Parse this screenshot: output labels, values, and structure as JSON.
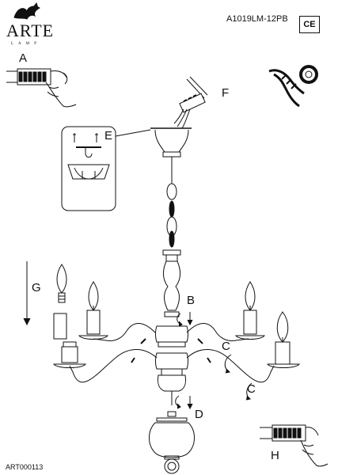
{
  "brand": {
    "name": "ARTE",
    "subtitle": "LAMP"
  },
  "product": {
    "model": "A1019LM-12PB",
    "certification": "CE"
  },
  "labels": {
    "a": "A",
    "b": "B",
    "c1": "C",
    "c2": "C",
    "d": "D",
    "e": "E",
    "f": "F",
    "g": "G",
    "h": "H"
  },
  "footer": {
    "code": "ART000113"
  }
}
